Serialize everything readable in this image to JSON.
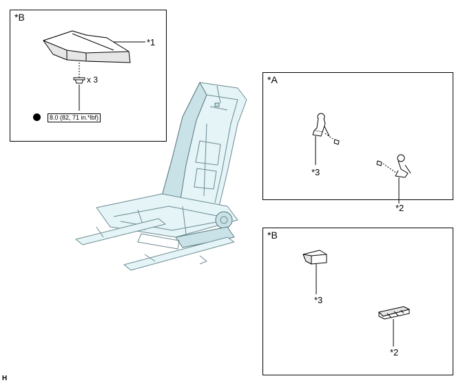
{
  "panel_b_top": {
    "title": "*B",
    "callout_1": "*1",
    "quantity": "x 3",
    "torque": "8.0 (82, 71 in.*lbf)"
  },
  "panel_a": {
    "title": "*A",
    "callout_3": "*3",
    "callout_2": "*2"
  },
  "panel_b_bottom": {
    "title": "*B",
    "callout_3": "*3",
    "callout_2": "*2"
  },
  "footer": {
    "code": "H"
  }
}
